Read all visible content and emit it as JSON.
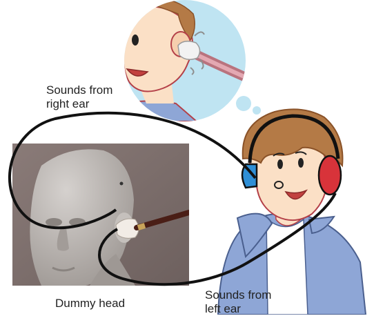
{
  "labels": {
    "sounds_right_line1": "Sounds from",
    "sounds_right_line2": "right ear",
    "sounds_left_line1": "Sounds from",
    "sounds_left_line2": "left ear",
    "dummy_head": "Dummy head"
  },
  "colors": {
    "bubble": "#bfe4f2",
    "skin": "#fbe0c6",
    "hair": "#b47a46",
    "shirt": "#8ea6d6",
    "headphone_left": "#2f8fd6",
    "headphone_right": "#d8333a",
    "photo_background": "#7d6e6b",
    "dummy_head": "#b3aeaa",
    "cable": "#111111"
  }
}
